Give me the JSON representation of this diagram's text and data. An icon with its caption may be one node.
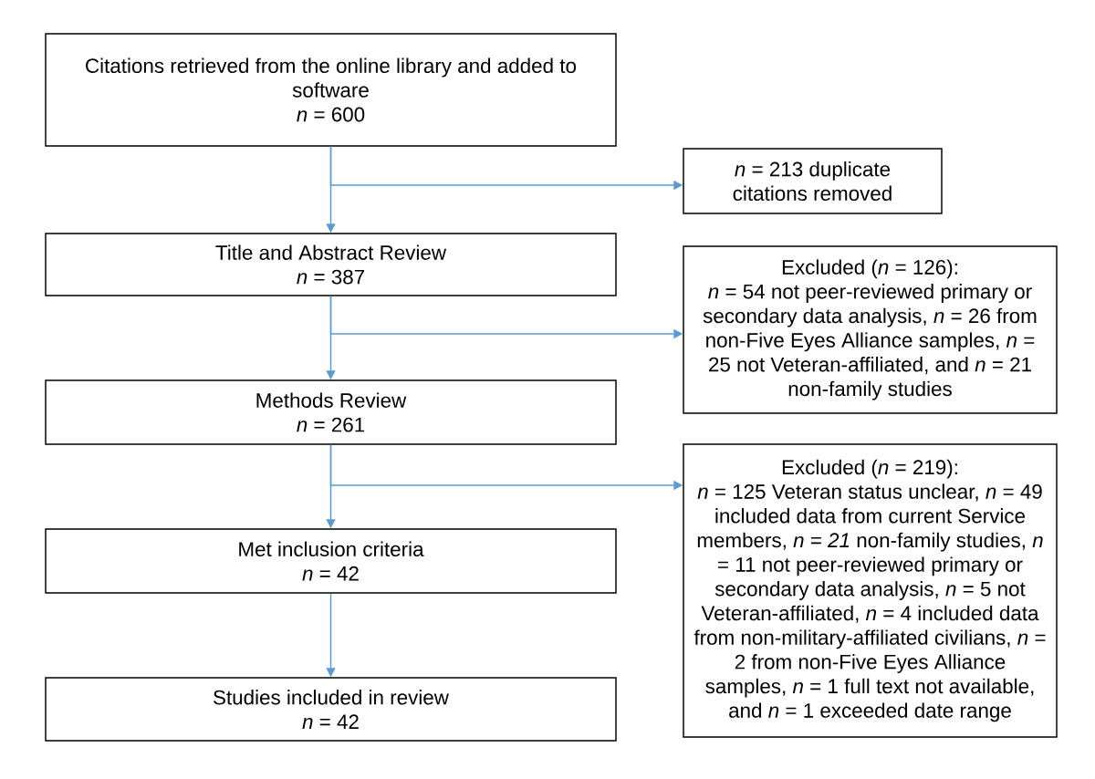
{
  "diagram": {
    "nodes": [
      {
        "text": [
          "Citations retrieved from the online library and added to software",
          "*n* = 600"
        ]
      },
      {
        "text": [
          "*n* = 213 duplicate citations removed"
        ]
      },
      {
        "text": [
          "Title and Abstract Review",
          "*n* = 387"
        ]
      },
      {
        "text": [
          "Excluded (*n* = 126):",
          "*n* = 54 not peer-reviewed primary or secondary data analysis, *n* = 26 from non-Five Eyes Alliance samples, *n* = 25 not Veteran-affiliated, and *n* = 21 non-family studies"
        ]
      },
      {
        "text": [
          "Methods Review",
          "*n* = 261"
        ]
      },
      {
        "text": [
          "Excluded (*n* = 219):",
          "*n* = 125 Veteran status unclear, *n* = 49 included data from current Service members, *n* = *21* non-family studies, *n* = 11 not peer-reviewed primary or secondary data analysis, *n* = 5 not Veteran-affiliated, *n* = 4 included data from non-military-affiliated civilians, *n* = 2 from non-Five Eyes Alliance samples, *n* = 1 full text not available, and *n* = 1 exceeded date range"
        ]
      },
      {
        "text": [
          "Met inclusion criteria",
          "*n* = 42"
        ]
      },
      {
        "text": [
          "Studies included in review",
          "*n* = 42"
        ]
      }
    ],
    "edges": [
      {
        "from": 0,
        "to": 2,
        "arrow": "to"
      },
      {
        "from": 0,
        "to": 1,
        "arrow": "to"
      },
      {
        "from": 2,
        "to": 4,
        "arrow": "to"
      },
      {
        "from": 2,
        "to": 3,
        "arrow": "to"
      },
      {
        "from": 4,
        "to": 6,
        "arrow": "to"
      },
      {
        "from": 4,
        "to": 5,
        "arrow": "to"
      },
      {
        "from": 6,
        "to": 7,
        "arrow": "to"
      }
    ]
  }
}
